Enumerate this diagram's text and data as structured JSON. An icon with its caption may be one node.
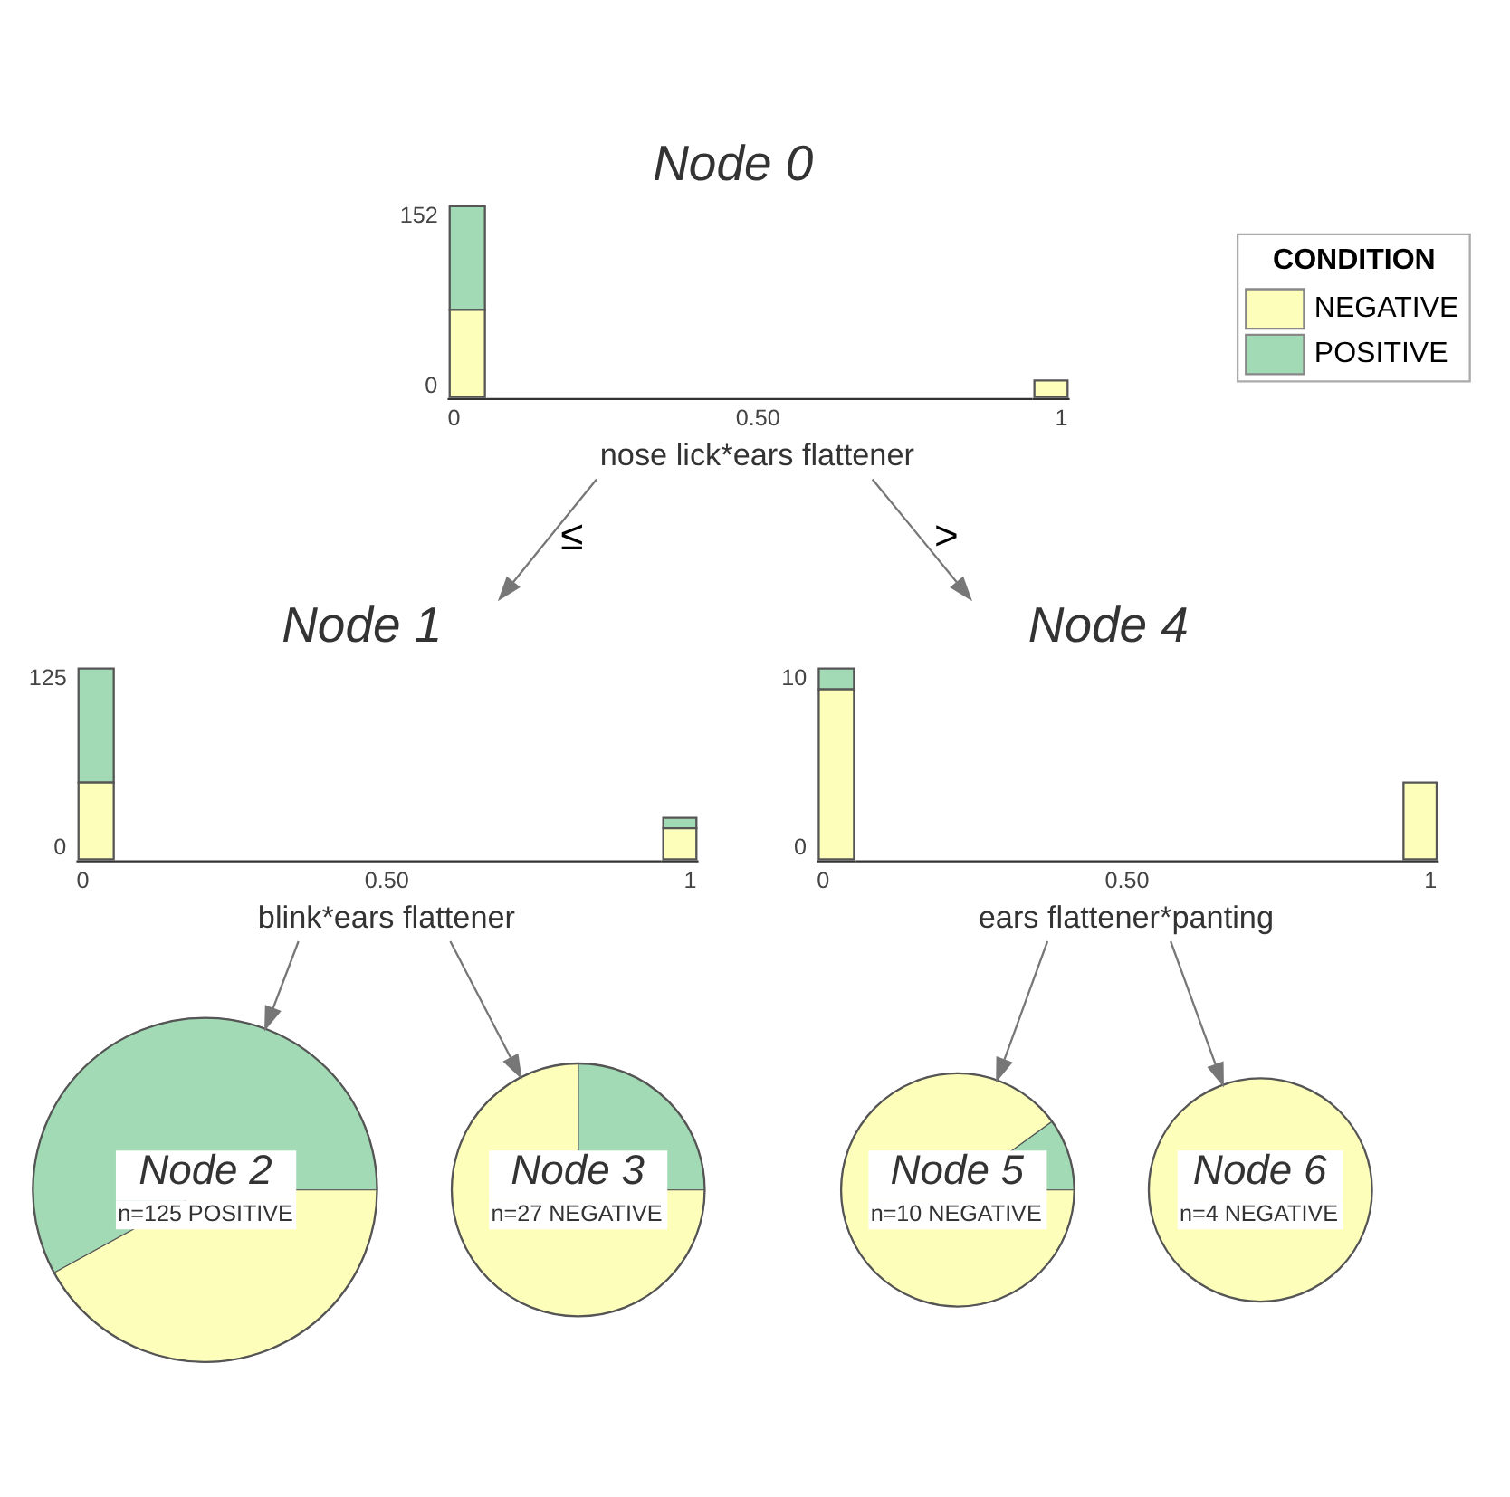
{
  "diagram": {
    "nodes": [
      {
        "text": [
          "Node 0",
          "152",
          "0",
          "0",
          "0.50",
          "1",
          "nose lick*ears flattener"
        ]
      },
      {
        "text": [
          "Node 1",
          "125",
          "0",
          "0",
          "0.50",
          "1",
          "blink*ears flattener"
        ]
      },
      {
        "text": [
          "Node 2",
          "n=125 POSITIVE"
        ]
      },
      {
        "text": [
          "Node 3",
          "n=27 NEGATIVE"
        ]
      },
      {
        "text": [
          "Node 4",
          "10",
          "0",
          "0",
          "0.50",
          "1",
          "ears flattener*panting"
        ]
      },
      {
        "text": [
          "Node 5",
          "n=10 NEGATIVE"
        ]
      },
      {
        "text": [
          "Node 6",
          "n=4 NEGATIVE"
        ]
      }
    ],
    "edges": [
      {
        "from": 0,
        "to": 1,
        "arrow": "to",
        "label": "≤"
      },
      {
        "from": 0,
        "to": 4,
        "arrow": "to",
        "label": ">"
      },
      {
        "from": 1,
        "to": 2,
        "arrow": "to"
      },
      {
        "from": 1,
        "to": 3,
        "arrow": "to"
      },
      {
        "from": 4,
        "to": 5,
        "arrow": "to"
      },
      {
        "from": 4,
        "to": 6,
        "arrow": "to"
      }
    ],
    "labels": [
      "CONDITION"
    ],
    "legend": [
      {
        "text": "NEGATIVE",
        "color": "#fefebb"
      },
      {
        "text": "POSITIVE",
        "color": "#a1dab4"
      }
    ]
  }
}
